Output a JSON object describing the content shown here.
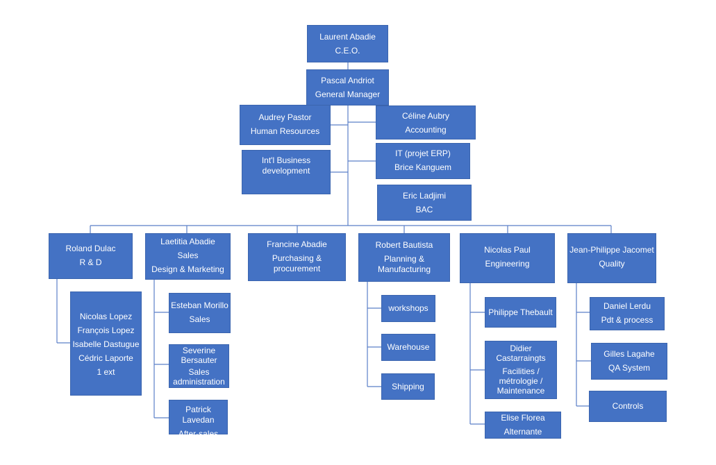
{
  "ceo": {
    "name": "Laurent Abadie",
    "title": "C.E.O."
  },
  "gm": {
    "name": "Pascal Andriot",
    "title": "General Manager"
  },
  "hr": {
    "name": "Audrey Pastor",
    "title": "Human Resources"
  },
  "intl": {
    "line1": "Int'l Business",
    "line2": "development"
  },
  "accounting": {
    "name": "Céline Aubry",
    "title": "Accounting"
  },
  "it": {
    "line1": "IT (projet ERP)",
    "line2": "Brice Kanguem"
  },
  "bac": {
    "name": "Eric Ladjimi",
    "title": "BAC"
  },
  "rd": {
    "name": "Roland Dulac",
    "title": "R & D",
    "members": [
      "Nicolas Lopez",
      "François Lopez",
      "Isabelle Dastugue",
      "Cédric Laporte",
      "1 ext"
    ]
  },
  "sales": {
    "name": "Laetitia Abadie",
    "title1": "Sales",
    "title2": "Design & Marketing",
    "esteban": {
      "name": "Esteban Morillo",
      "title": "Sales"
    },
    "severine": {
      "line1": "Severine",
      "line2": "Bersauter",
      "line3": "Sales",
      "line4": "administration"
    },
    "patrick": {
      "name": "Patrick Lavedan",
      "title": "After-sales"
    }
  },
  "purchasing": {
    "name": "Francine Abadie",
    "line1": "Purchasing &",
    "line2": "procurement"
  },
  "planning": {
    "name": "Robert Bautista",
    "line1": "Planning &",
    "line2": "Manufacturing",
    "workshops": "workshops",
    "warehouse": "Warehouse",
    "shipping": "Shipping"
  },
  "engineering": {
    "name": "Nicolas Paul",
    "title": "Engineering",
    "philippe": "Philippe Thebault",
    "didier": {
      "line1": "Didier",
      "line2": "Castarraingts",
      "line3": "Facilities /",
      "line4": "métrologie /",
      "line5": "Maintenance"
    },
    "elise": {
      "name": "Elise Florea",
      "title": "Alternante"
    }
  },
  "quality": {
    "name": "Jean-Philippe Jacomet",
    "title": "Quality",
    "daniel": {
      "name": "Daniel Lerdu",
      "title": "Pdt & process"
    },
    "gilles": {
      "name": "Gilles Lagahe",
      "title": "QA System"
    },
    "controls": "Controls"
  }
}
